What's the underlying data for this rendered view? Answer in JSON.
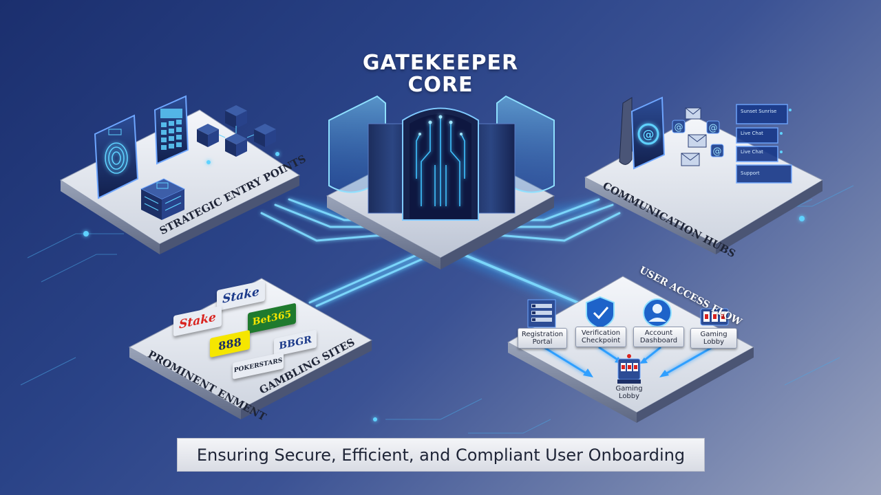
{
  "title": {
    "line1": "GATEKEEPER",
    "line2": "CORE"
  },
  "caption": "Ensuring Secure, Efficient, and Compliant User Onboarding",
  "platforms": {
    "entry_points": {
      "label": "STRATEGIC ENTRY POINTS"
    },
    "communication": {
      "label": "COMMUNICATION HUBS",
      "chat_items": [
        "Sunset Sunrise",
        "Live Chat",
        "Live Chat",
        "Support"
      ]
    },
    "gambling": {
      "label_left": "PROMINENT ENMENT",
      "label_right": "GAMBLING SITES",
      "logos": [
        "Stake",
        "Stake",
        "Bet365",
        "888",
        "BBGR",
        "POKERSTARS"
      ]
    },
    "user_flow": {
      "label": "USER ACCESS FLOW",
      "steps": [
        {
          "line1": "Registration",
          "line2": "Portal"
        },
        {
          "line1": "Verification",
          "line2": "Checkpoint"
        },
        {
          "line1": "Account",
          "line2": "Dashboard"
        },
        {
          "line1": "Gaming",
          "line2": "Lobby"
        }
      ],
      "destination": {
        "line1": "Gaming",
        "line2": "Lobby"
      }
    }
  },
  "colors": {
    "accent_glow": "#3fc2ff",
    "platform_top": "#e9ecf2",
    "stake_bg": "#e8ecf3",
    "bet365_bg": "#1f7a2e",
    "bet365_text": "#f5e600",
    "eight88_bg": "#f5e600",
    "stake_red": "#d9231f"
  }
}
